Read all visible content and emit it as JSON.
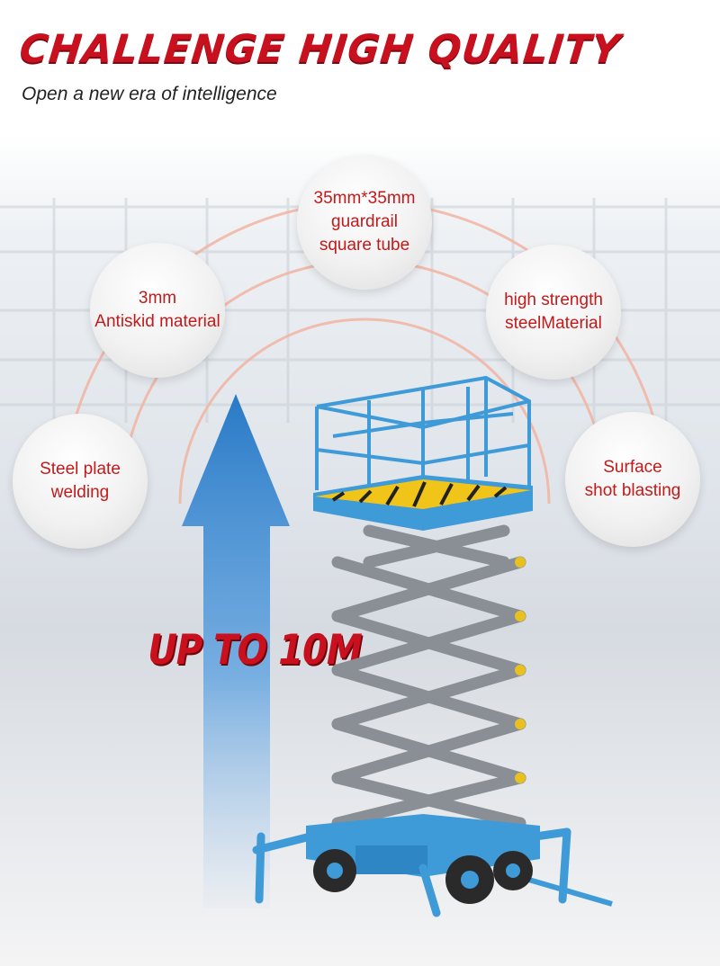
{
  "header": {
    "title": "CHALLENGE HIGH QUALITY",
    "subtitle": "Open a new era of intelligence"
  },
  "features": [
    {
      "id": "guardrail",
      "label": "35mm*35mm\nguardrail\nsquare tube"
    },
    {
      "id": "antiskid",
      "label": "3mm\nAntiskid material"
    },
    {
      "id": "steel",
      "label": "high strength\nsteelMaterial"
    },
    {
      "id": "welding",
      "label": "Steel plate\nwelding"
    },
    {
      "id": "blasting",
      "label": "Surface\nshot blasting"
    }
  ],
  "height_callout": "UP TO 10M",
  "colors": {
    "accent_red": "#c8101e",
    "feature_text": "#c21a1a",
    "lift_blue": "#3f9ad8",
    "scissor_gray": "#8a8f95",
    "arrow_blue": "#2d7fc9"
  },
  "icons": [
    "up-arrow-icon"
  ]
}
